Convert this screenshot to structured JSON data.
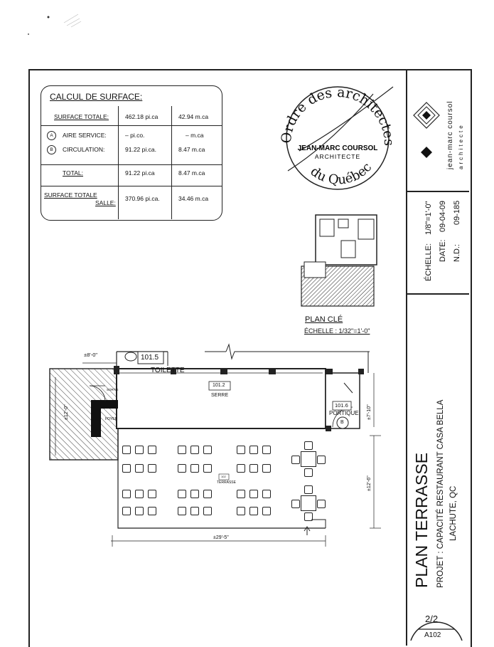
{
  "calc": {
    "title": "CALCUL DE SURFACE:",
    "rows": [
      {
        "label": "SURFACE TOTALE:",
        "v1": "462.18 pi.ca",
        "v2": "42.94 m.ca"
      },
      {
        "label": "AIRE SERVICE:",
        "v1": "– pi.co.",
        "v2": "– m.ca"
      },
      {
        "label": "CIRCULATION:",
        "v1": "91.22 pi.ca.",
        "v2": "8.47 m.ca"
      },
      {
        "label": "TOTAL:",
        "v1": "91.22 pi.ca",
        "v2": "8.47 m.ca"
      }
    ],
    "salle_label_1": "SURFACE TOTALE",
    "salle_label_2": "SALLE:",
    "salle_v1": "370.96 pi.ca.",
    "salle_v2": "34.46 m.ca",
    "marker_a": "A",
    "marker_b": "B"
  },
  "seal": {
    "arc_text": "Ordre des architectes",
    "bottom_text": "du Québec",
    "name": "JEAN-MARC COURSOL",
    "role": "ARCHITECTE"
  },
  "brand": {
    "name": "jean-marc coursol",
    "sub": "architecte"
  },
  "titleblock": {
    "echelle": "ÉCHELLE:",
    "echelle_val": "1/8\"=1'-0\"",
    "date": "DATE:",
    "date_val": "09-04-09",
    "nd": "N.D.:",
    "nd_val": "09-185",
    "plan_title": "PLAN TERRASSE",
    "project": "PROJET : CAPACITÉ RESTAURANT CASA BELLA",
    "location": "LACHUTE, QC",
    "sheet": "2/2",
    "sheet_no": "A102"
  },
  "key_plan": {
    "title": "PLAN CLÉ",
    "scale": "ÉCHELLE : 1/32\"=1'-0\""
  },
  "plan": {
    "dim_top": "±8'-0\"",
    "room_toilette_no": "101.5",
    "room_toilette": "TOILETTE",
    "room_serre_no": "101.2",
    "room_serre": "SERRE",
    "room_portique_no": "101.6",
    "room_portique": "PORTIQUE",
    "marker_b": "B",
    "foyer": "FOYER",
    "sortie": "SORTIE",
    "terrasse_no": "102",
    "terrasse": "TERRASSE",
    "dim_left": "±12'-0\"",
    "dim_right_top": "±7'-10\"",
    "dim_right_bottom": "±12'-6\"",
    "dim_bottom": "±29'-5\""
  }
}
